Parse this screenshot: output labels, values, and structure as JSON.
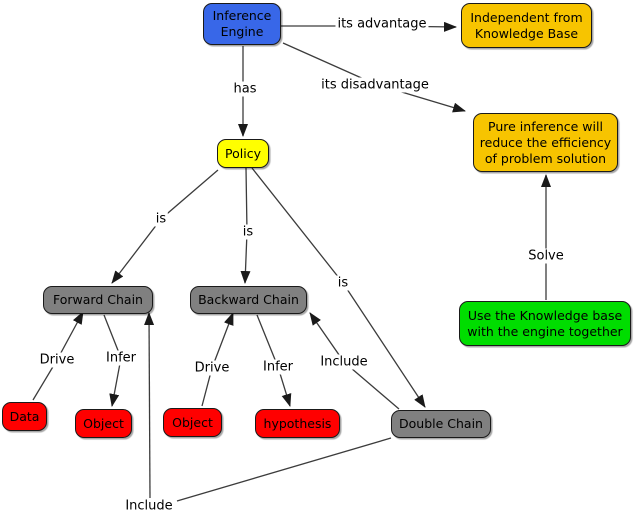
{
  "diagram_type": "concept-map",
  "colors": {
    "background": "#FFFFFF",
    "node_border": "#1A1A1A",
    "line": "#3C3C3C",
    "blue": "#3867E8",
    "gold": "#F7C400",
    "yellow": "#FFFF00",
    "gray": "#808080",
    "red": "#FF0000",
    "green": "#00DD00"
  },
  "nodes": {
    "inference_engine": {
      "label": "Inference\nEngine",
      "fill": "#3867E8"
    },
    "independent_kb": {
      "label": "Independent from\nKnowledge Base",
      "fill": "#F7C400"
    },
    "pure_inference": {
      "label": "Pure inference will\nreduce the efficiency\nof problem solution",
      "fill": "#F7C400"
    },
    "policy": {
      "label": "Policy",
      "fill": "#FFFF00"
    },
    "forward_chain": {
      "label": "Forward Chain",
      "fill": "#808080"
    },
    "backward_chain": {
      "label": "Backward Chain",
      "fill": "#808080"
    },
    "double_chain": {
      "label": "Double Chain",
      "fill": "#808080"
    },
    "data": {
      "label": "Data",
      "fill": "#FF0000"
    },
    "object_forward": {
      "label": "Object",
      "fill": "#FF0000"
    },
    "object_backward": {
      "label": "Object",
      "fill": "#FF0000"
    },
    "hypothesis": {
      "label": "hypothesis",
      "fill": "#FF0000"
    },
    "use_knowledge_base": {
      "label": "Use the Knowledge base\nwith the engine together",
      "fill": "#00DD00"
    }
  },
  "edges": [
    {
      "label": "its advantage",
      "from": "inference_engine",
      "to": "independent_kb"
    },
    {
      "label": "its disadvantage",
      "from": "inference_engine",
      "to": "pure_inference"
    },
    {
      "label": "has",
      "from": "inference_engine",
      "to": "policy"
    },
    {
      "label": "is",
      "from": "policy",
      "to": "forward_chain"
    },
    {
      "label": "is",
      "from": "policy",
      "to": "backward_chain"
    },
    {
      "label": "is",
      "from": "policy",
      "to": "double_chain"
    },
    {
      "label": "Drive",
      "from": "data",
      "to": "forward_chain"
    },
    {
      "label": "Infer",
      "from": "forward_chain",
      "to": "object_forward"
    },
    {
      "label": "Drive",
      "from": "object_backward",
      "to": "backward_chain"
    },
    {
      "label": "Infer",
      "from": "backward_chain",
      "to": "hypothesis"
    },
    {
      "label": "Include",
      "from": "double_chain",
      "to": "backward_chain"
    },
    {
      "label": "Include",
      "from": "double_chain",
      "to": "forward_chain"
    },
    {
      "label": "Solve",
      "from": "use_knowledge_base",
      "to": "pure_inference"
    }
  ]
}
